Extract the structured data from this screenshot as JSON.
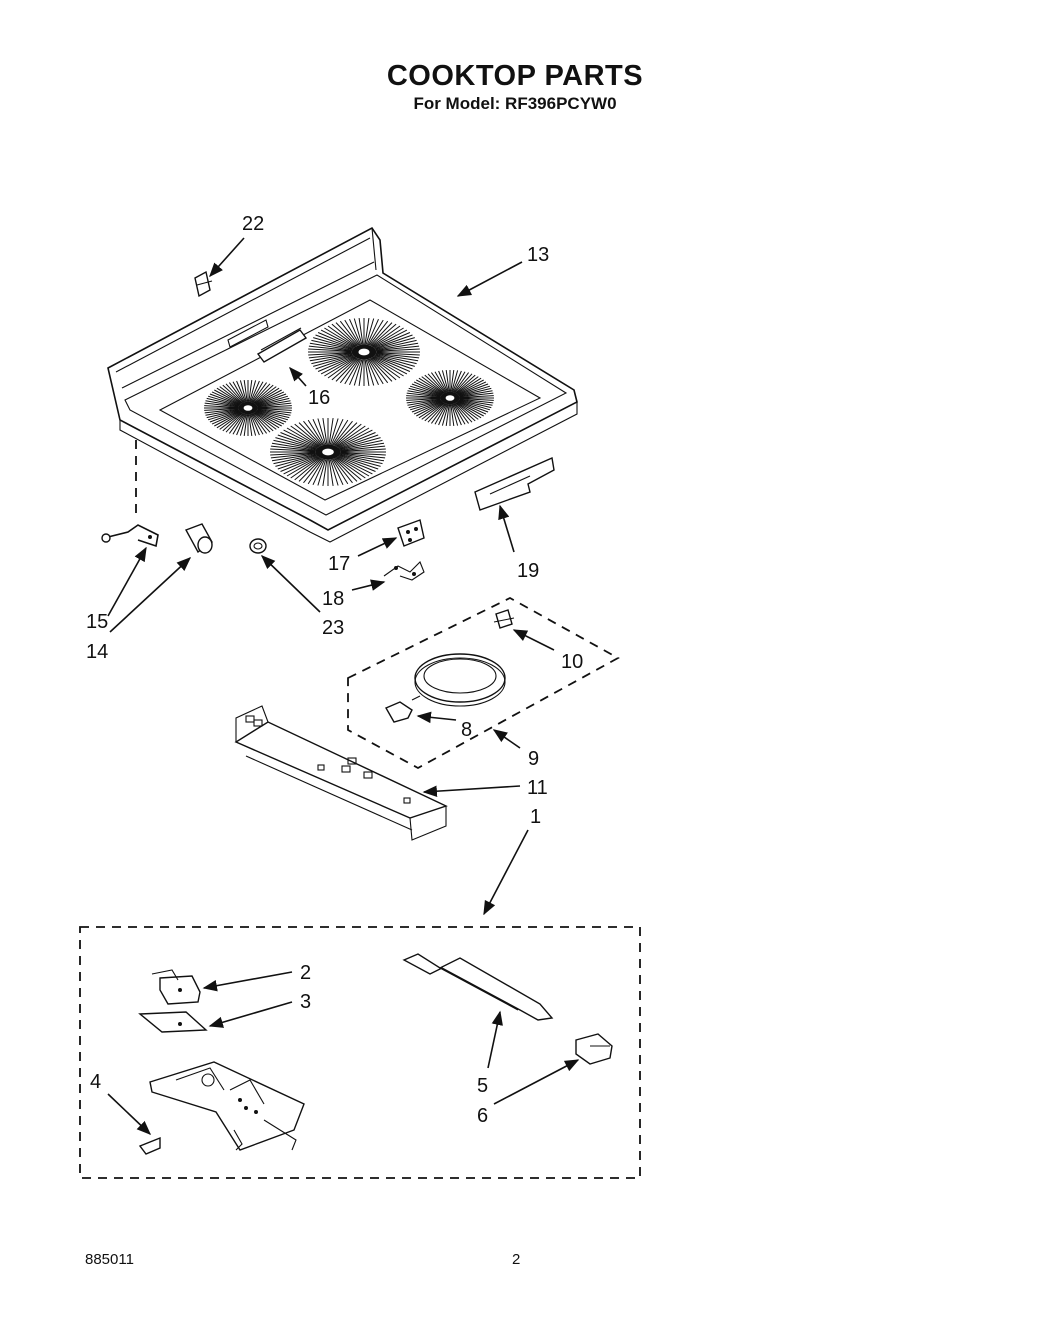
{
  "header": {
    "title": "COOKTOP PARTS",
    "model_line": "For Model: RF396PCYW0"
  },
  "callouts": {
    "c1": "1",
    "c2": "2",
    "c3": "3",
    "c4": "4",
    "c5": "5",
    "c6": "6",
    "c8": "8",
    "c9": "9",
    "c10": "10",
    "c11": "11",
    "c13": "13",
    "c14": "14",
    "c15": "15",
    "c16": "16",
    "c17": "17",
    "c18": "18",
    "c19": "19",
    "c22": "22",
    "c23": "23"
  },
  "footer": {
    "doc_number": "885011",
    "page_number": "2"
  }
}
